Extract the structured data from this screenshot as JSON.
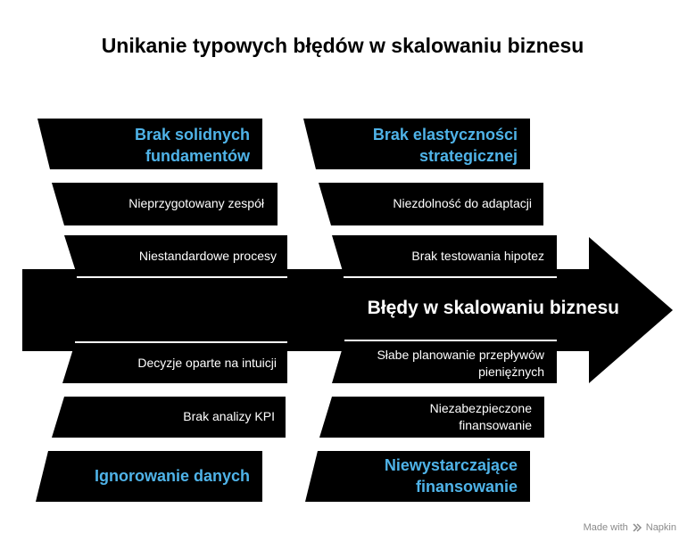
{
  "title": "Unikanie typowych błędów w skalowaniu biznesu",
  "spine_label": "Błędy w skalowaniu biznesu",
  "categories": {
    "top_left": "Brak solidnych fundamentów",
    "top_right": "Brak elastyczności strategicznej",
    "bottom_left": "Ignorowanie danych",
    "bottom_right": "Niewystarczające finansowanie"
  },
  "causes": {
    "top_left": [
      "Nieprzygotowany zespół",
      "Niestandardowe procesy"
    ],
    "top_right": [
      "Niezdolność do adaptacji",
      "Brak testowania hipotez"
    ],
    "bottom_left": [
      "Decyzje oparte na intuicji",
      "Brak analizy KPI"
    ],
    "bottom_right": [
      "Słabe planowanie przepływów pieniężnych",
      "Niezabezpieczone finansowanie"
    ]
  },
  "footer": {
    "made_with": "Made with",
    "brand": "Napkin"
  }
}
